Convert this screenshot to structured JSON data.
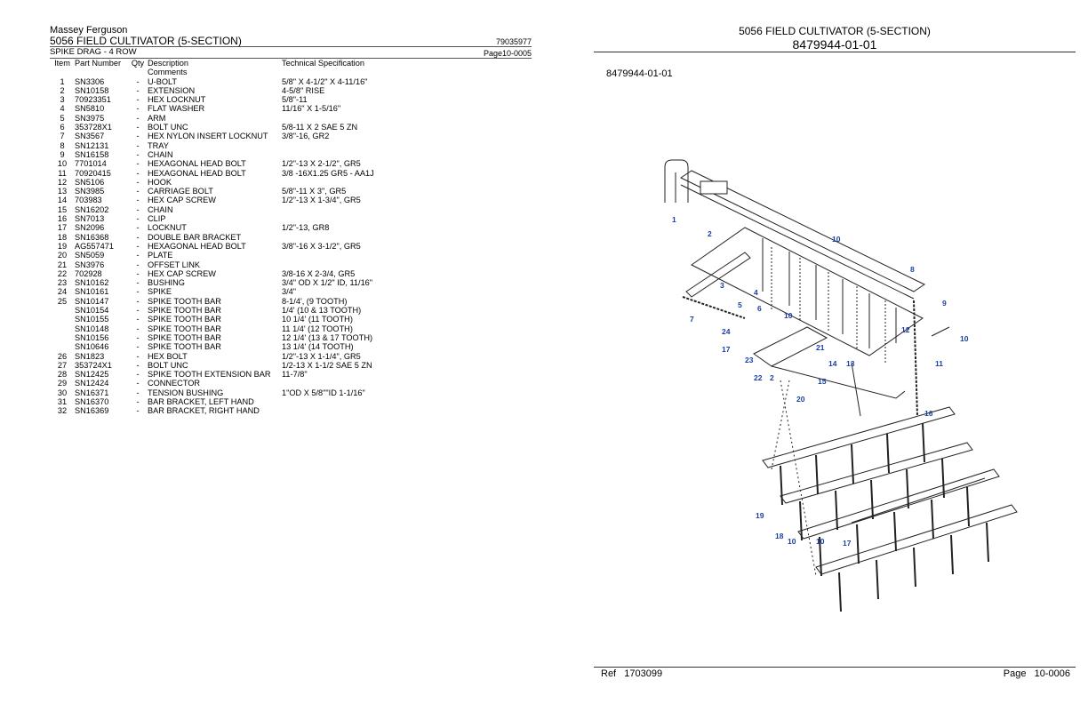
{
  "header": {
    "brand": "Massey Ferguson",
    "title": "5056 FIELD CULTIVATOR (5-SECTION)",
    "doc_number": "79035977",
    "section": "SPIKE DRAG - 4 ROW",
    "page_ref": "Page10-0005"
  },
  "table": {
    "columns": [
      "Item",
      "Part Number",
      "Qty",
      "Description",
      "Technical Specification"
    ],
    "comments_label": "Comments",
    "rows": [
      {
        "item": "1",
        "part": "SN3306",
        "qty": "-",
        "desc": "U-BOLT",
        "spec": "5/8\" X 4-1/2\" X 4-11/16\""
      },
      {
        "item": "2",
        "part": "SN10158",
        "qty": "-",
        "desc": "EXTENSION",
        "spec": "4-5/8\" RISE"
      },
      {
        "item": "3",
        "part": "70923351",
        "qty": "-",
        "desc": "HEX LOCKNUT",
        "spec": "5/8\"-11"
      },
      {
        "item": "4",
        "part": "SN5810",
        "qty": "-",
        "desc": "FLAT WASHER",
        "spec": "11/16\" X 1-5/16\""
      },
      {
        "item": "5",
        "part": "SN3975",
        "qty": "-",
        "desc": "ARM",
        "spec": ""
      },
      {
        "item": "6",
        "part": "353728X1",
        "qty": "-",
        "desc": "BOLT UNC",
        "spec": "5/8-11 X 2 SAE 5 ZN"
      },
      {
        "item": "7",
        "part": "SN3567",
        "qty": "-",
        "desc": "HEX NYLON INSERT LOCKNUT",
        "spec": "3/8\"-16, GR2"
      },
      {
        "item": "8",
        "part": "SN12131",
        "qty": "-",
        "desc": "TRAY",
        "spec": ""
      },
      {
        "item": "9",
        "part": "SN16158",
        "qty": "-",
        "desc": "CHAIN",
        "spec": ""
      },
      {
        "item": "10",
        "part": "7701014",
        "qty": "-",
        "desc": "HEXAGONAL HEAD BOLT",
        "spec": "1/2\"-13 X 2-1/2\", GR5"
      },
      {
        "item": "11",
        "part": "70920415",
        "qty": "-",
        "desc": "HEXAGONAL HEAD BOLT",
        "spec": "3/8 -16X1.25 GR5 - AA1J"
      },
      {
        "item": "12",
        "part": "SN5106",
        "qty": "-",
        "desc": "HOOK",
        "spec": ""
      },
      {
        "item": "13",
        "part": "SN3985",
        "qty": "-",
        "desc": "CARRIAGE BOLT",
        "spec": "5/8\"-11 X 3\", GR5"
      },
      {
        "item": "14",
        "part": "703983",
        "qty": "-",
        "desc": "HEX CAP SCREW",
        "spec": "1/2\"-13 X 1-3/4\", GR5"
      },
      {
        "item": "15",
        "part": "SN16202",
        "qty": "-",
        "desc": "CHAIN",
        "spec": ""
      },
      {
        "item": "16",
        "part": "SN7013",
        "qty": "-",
        "desc": "CLIP",
        "spec": ""
      },
      {
        "item": "17",
        "part": "SN2096",
        "qty": "-",
        "desc": "LOCKNUT",
        "spec": "1/2\"-13, GR8"
      },
      {
        "item": "18",
        "part": "SN16368",
        "qty": "-",
        "desc": "DOUBLE BAR BRACKET",
        "spec": ""
      },
      {
        "item": "19",
        "part": "AG557471",
        "qty": "-",
        "desc": "HEXAGONAL HEAD BOLT",
        "spec": "3/8\"-16 X 3-1/2\", GR5"
      },
      {
        "item": "20",
        "part": "SN5059",
        "qty": "-",
        "desc": "PLATE",
        "spec": ""
      },
      {
        "item": "21",
        "part": "SN3976",
        "qty": "-",
        "desc": "OFFSET LINK",
        "spec": ""
      },
      {
        "item": "22",
        "part": "702928",
        "qty": "-",
        "desc": "HEX CAP SCREW",
        "spec": "3/8-16 X 2-3/4, GR5"
      },
      {
        "item": "23",
        "part": "SN10162",
        "qty": "-",
        "desc": "BUSHING",
        "spec": "3/4\" OD X 1/2\" ID, 11/16\""
      },
      {
        "item": "24",
        "part": "SN10161",
        "qty": "-",
        "desc": "SPIKE",
        "spec": "3/4\""
      },
      {
        "item": "25",
        "part": "SN10147",
        "qty": "-",
        "desc": "SPIKE TOOTH BAR",
        "spec": "8-1/4', (9 TOOTH)"
      },
      {
        "item": "",
        "part": "SN10154",
        "qty": "-",
        "desc": "SPIKE TOOTH BAR",
        "spec": "1/4'  (10 & 13 TOOTH)"
      },
      {
        "item": "",
        "part": "SN10155",
        "qty": "-",
        "desc": "SPIKE TOOTH BAR",
        "spec": "10 1/4'  (11 TOOTH)"
      },
      {
        "item": "",
        "part": "SN10148",
        "qty": "-",
        "desc": "SPIKE TOOTH BAR",
        "spec": "11 1/4'  (12 TOOTH)"
      },
      {
        "item": "",
        "part": "SN10156",
        "qty": "-",
        "desc": "SPIKE TOOTH BAR",
        "spec": "12 1/4'  (13 & 17 TOOTH)"
      },
      {
        "item": "",
        "part": "SN10646",
        "qty": "-",
        "desc": "SPIKE TOOTH BAR",
        "spec": "13 1/4'  (14 TOOTH)"
      },
      {
        "item": "26",
        "part": "SN1823",
        "qty": "-",
        "desc": "HEX BOLT",
        "spec": "1/2\"-13 X 1-1/4\", GR5"
      },
      {
        "item": "27",
        "part": "353724X1",
        "qty": "-",
        "desc": "BOLT UNC",
        "spec": "1/2-13 X 1-1/2 SAE 5 ZN"
      },
      {
        "item": "28",
        "part": "SN12425",
        "qty": "-",
        "desc": "SPIKE TOOTH EXTENSION BAR",
        "spec": "11-7/8\""
      },
      {
        "item": "29",
        "part": "SN12424",
        "qty": "-",
        "desc": "CONNECTOR",
        "spec": ""
      },
      {
        "item": "30",
        "part": "SN16371",
        "qty": "-",
        "desc": "TENSION BUSHING",
        "spec": "1\"OD X 5/8\"\"ID 1-1/16\""
      },
      {
        "item": "31",
        "part": "SN16370",
        "qty": "-",
        "desc": "BAR BRACKET, LEFT HAND",
        "spec": ""
      },
      {
        "item": "32",
        "part": "SN16369",
        "qty": "-",
        "desc": "BAR BRACKET, RIGHT HAND",
        "spec": ""
      }
    ]
  },
  "illustration": {
    "title": "5056 FIELD CULTIVATOR (5-SECTION)",
    "number": "8479944-01-01",
    "label": "8479944-01-01",
    "callouts": [
      "1",
      "2",
      "10",
      "8",
      "3",
      "4",
      "5",
      "6",
      "10",
      "9",
      "7",
      "24",
      "17",
      "10",
      "12",
      "23",
      "21",
      "14",
      "13",
      "11",
      "22",
      "2",
      "15",
      "20",
      "16",
      "19",
      "18",
      "10",
      "17",
      "10"
    ],
    "callout_color": "#1a3fa0"
  },
  "footer": {
    "ref_label": "Ref",
    "ref_value": "1703099",
    "page_label": "Page",
    "page_value": "10-0006"
  }
}
